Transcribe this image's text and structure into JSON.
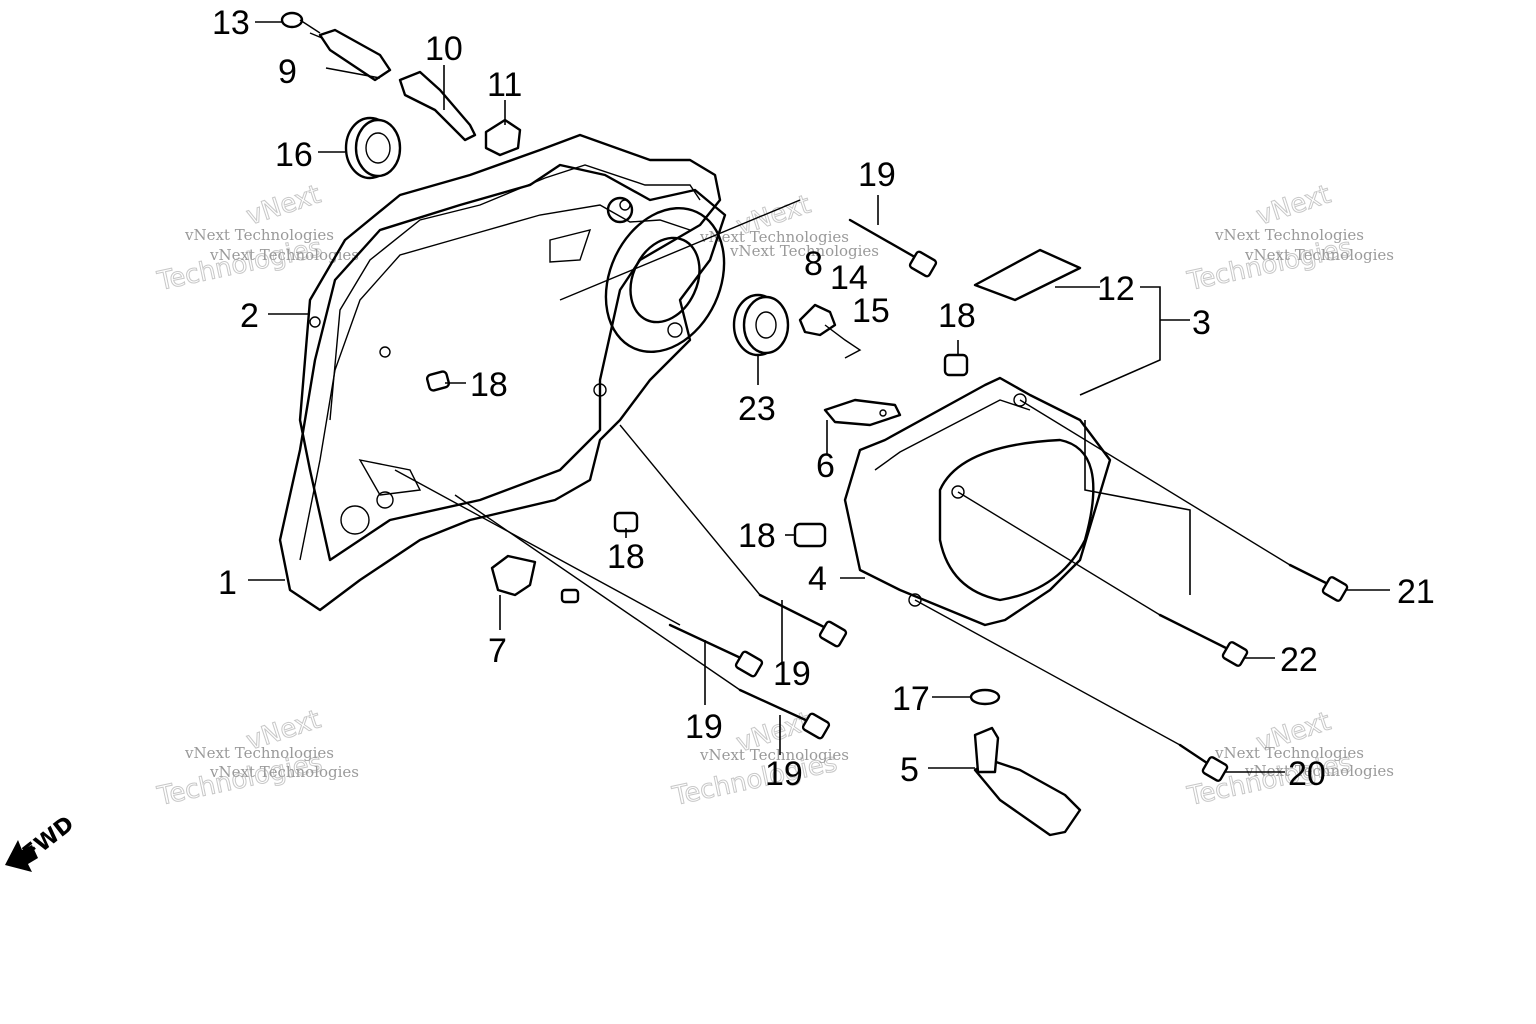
{
  "callouts": {
    "c1": "1",
    "c2": "2",
    "c3": "3",
    "c4": "4",
    "c5": "5",
    "c6": "6",
    "c7": "7",
    "c8": "8",
    "c9": "9",
    "c10": "10",
    "c11": "11",
    "c12": "12",
    "c13": "13",
    "c14": "14",
    "c15": "15",
    "c16": "16",
    "c17": "17",
    "c18a": "18",
    "c18b": "18",
    "c18c": "18",
    "c18d": "18",
    "c19a": "19",
    "c19b": "19",
    "c19c": "19",
    "c19d": "19",
    "c20": "20",
    "c21": "21",
    "c22": "22",
    "c23": "23"
  },
  "watermark": {
    "line1": "vNext Technologies",
    "line2": "Technologies",
    "line3": "vNext"
  },
  "direction": {
    "label": "FWD"
  }
}
